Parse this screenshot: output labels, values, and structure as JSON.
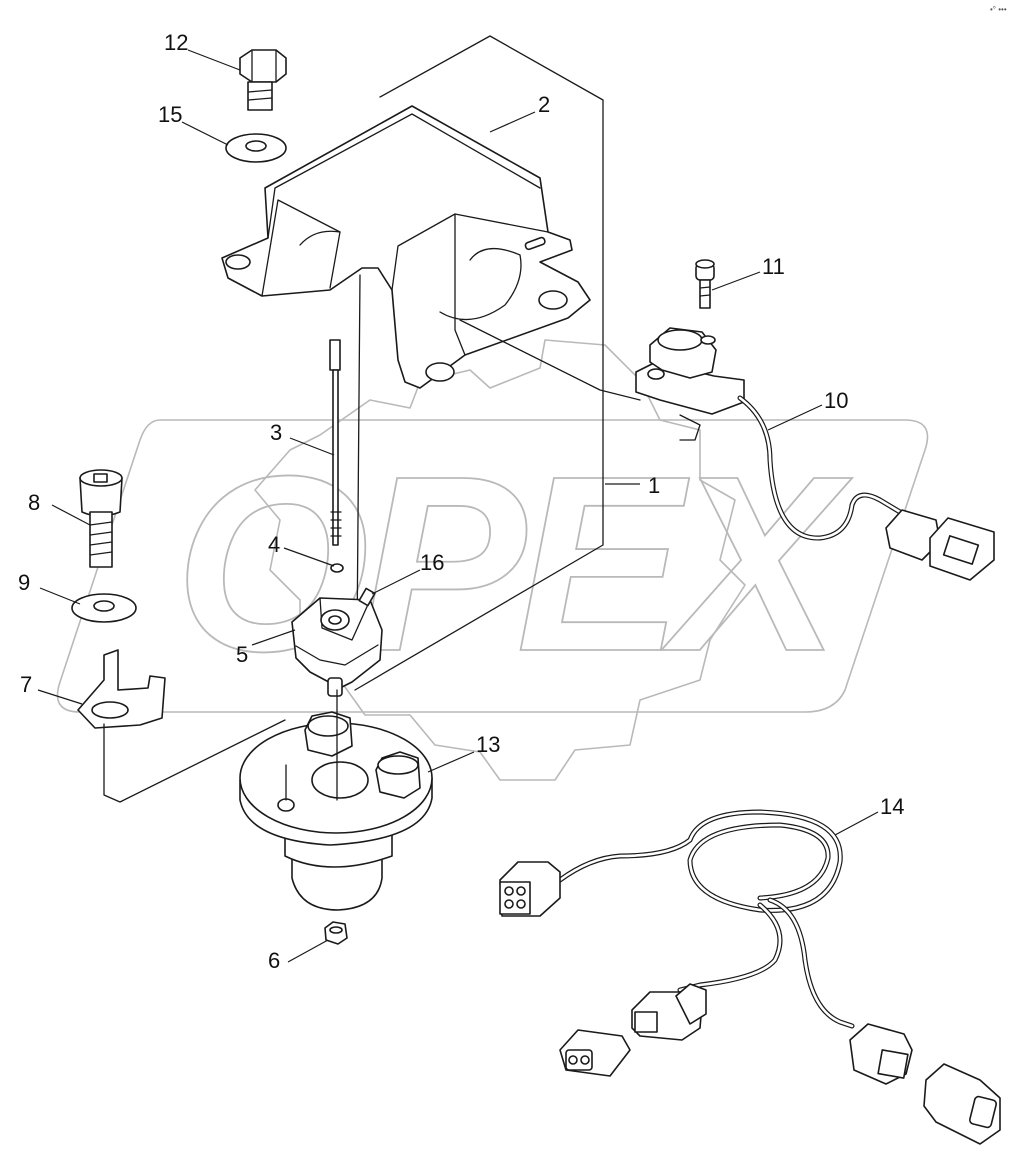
{
  "watermark": {
    "text": "OPEX"
  },
  "corner_mark": "•° •••",
  "callouts": {
    "c1": "1",
    "c2": "2",
    "c3": "3",
    "c4": "4",
    "c5": "5",
    "c6": "6",
    "c7": "7",
    "c8": "8",
    "c9": "9",
    "c10": "10",
    "c11": "11",
    "c12": "12",
    "c13": "13",
    "c14": "14",
    "c15": "15",
    "c16": "16"
  }
}
